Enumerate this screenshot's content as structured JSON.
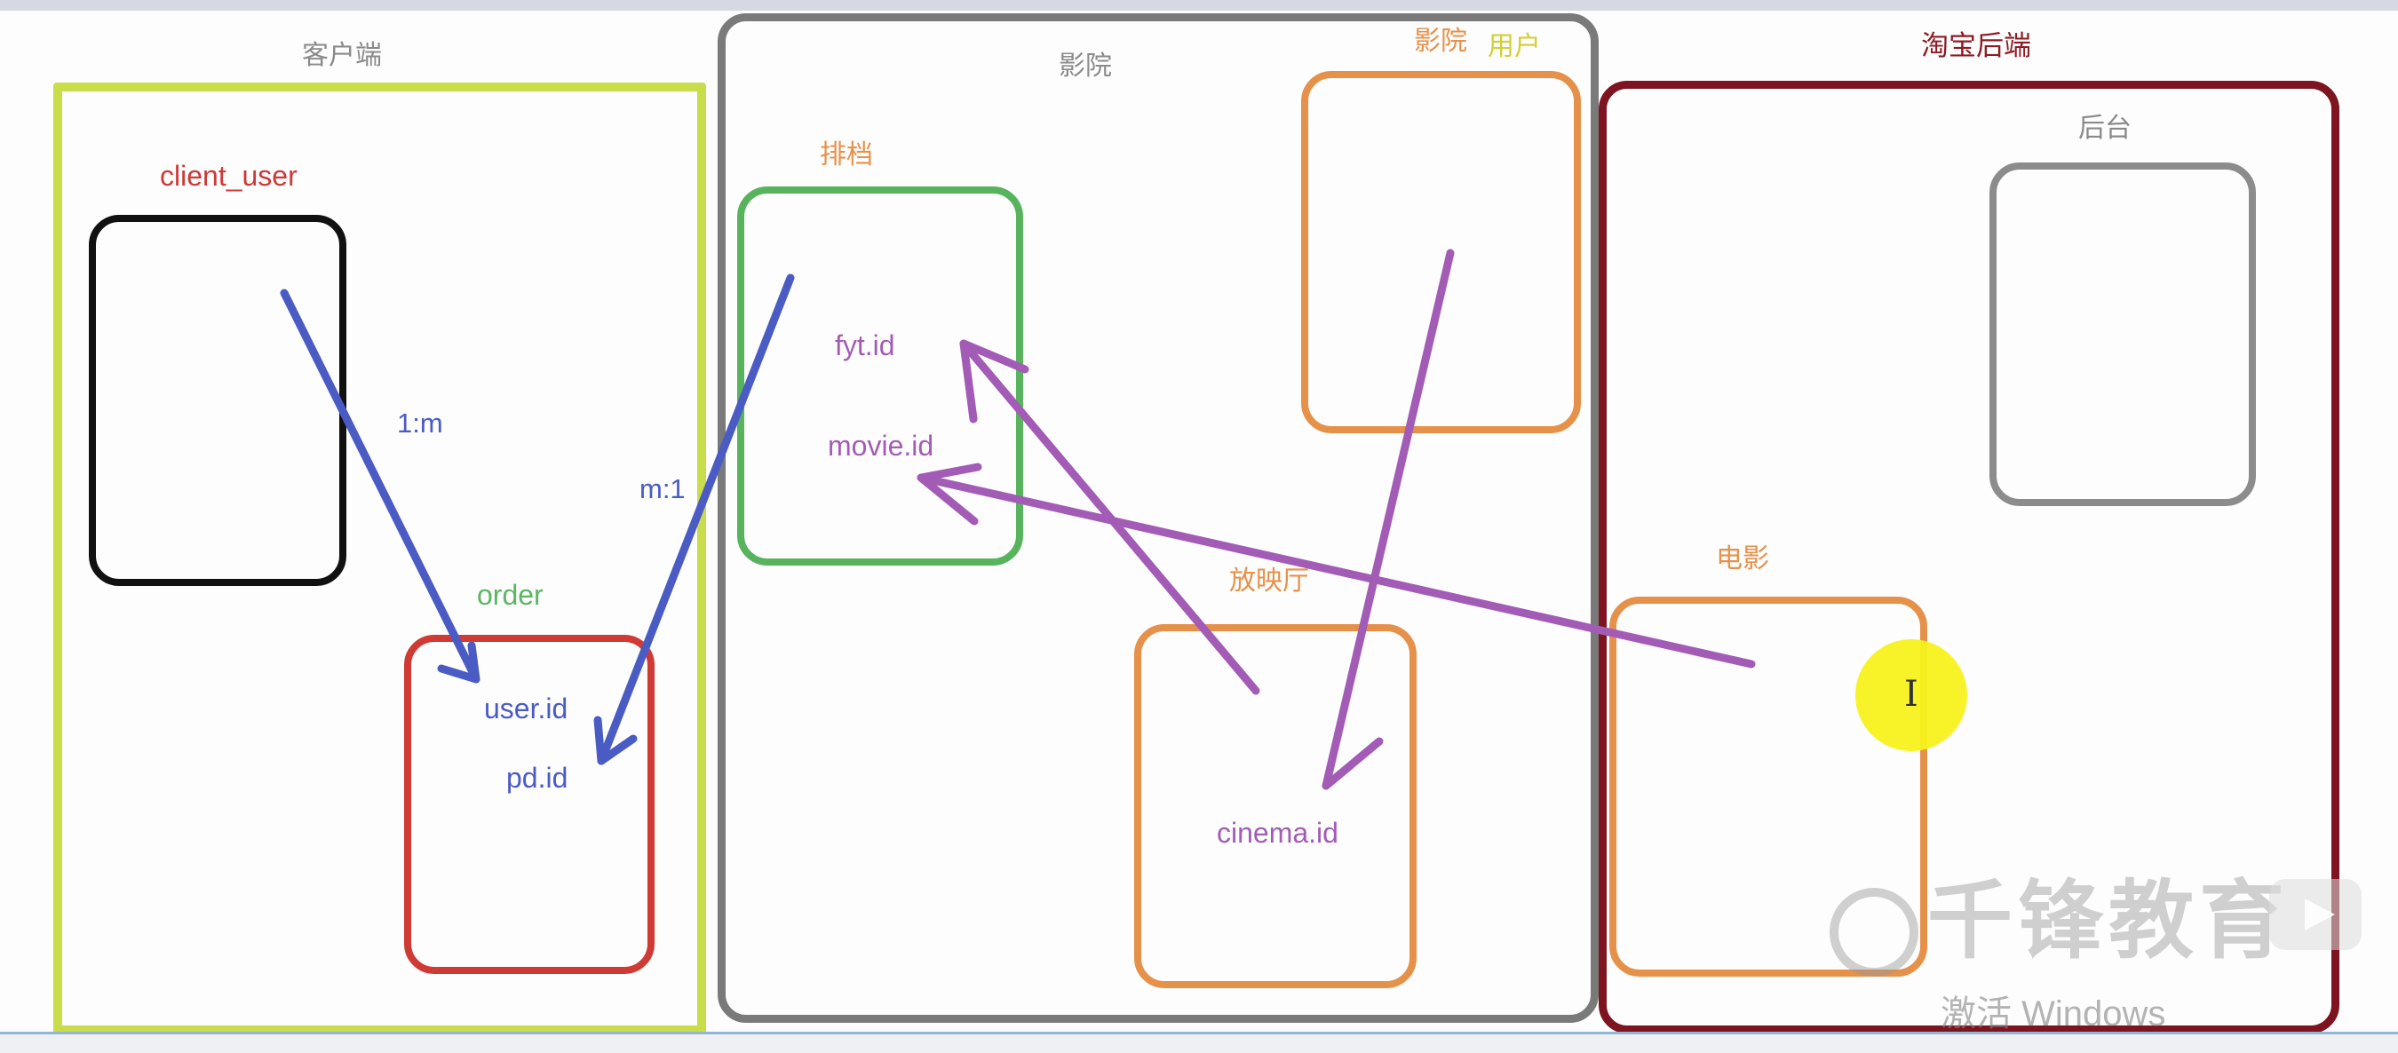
{
  "colors": {
    "client_group": "#c9dc4a",
    "cinema_group": "#7a7a7a",
    "taobao_group": "#7d1420",
    "client_user_box": "#111111",
    "order_box": "#d03a35",
    "schedule_box": "#57b45d",
    "orange_box": "#e6914a",
    "backend_box": "#8c8c8c",
    "blue_arrow": "#4a5cc4",
    "purple_arrow": "#a35cb6"
  },
  "groups": {
    "client": {
      "title": "客户端"
    },
    "cinema": {
      "title": "影院"
    },
    "taobao": {
      "title": "淘宝后端"
    }
  },
  "entities": {
    "client_user": {
      "label": "client_user"
    },
    "order": {
      "label": "order",
      "fields": [
        "user.id",
        "pd.id"
      ]
    },
    "schedule": {
      "label": "排档",
      "fields": [
        "fyt.id",
        "movie.id"
      ]
    },
    "cinema_user": {
      "label_cinema": "影院",
      "label_user": "用户"
    },
    "hall": {
      "label": "放映厅",
      "fields": [
        "cinema.id"
      ]
    },
    "backend": {
      "label": "后台"
    },
    "movie": {
      "label": "电影"
    }
  },
  "relations": {
    "user_order": "1:m",
    "order_schedule": "m:1"
  },
  "overlay": {
    "watermark": "千锋教育",
    "activate_windows": "激活 Windows"
  }
}
